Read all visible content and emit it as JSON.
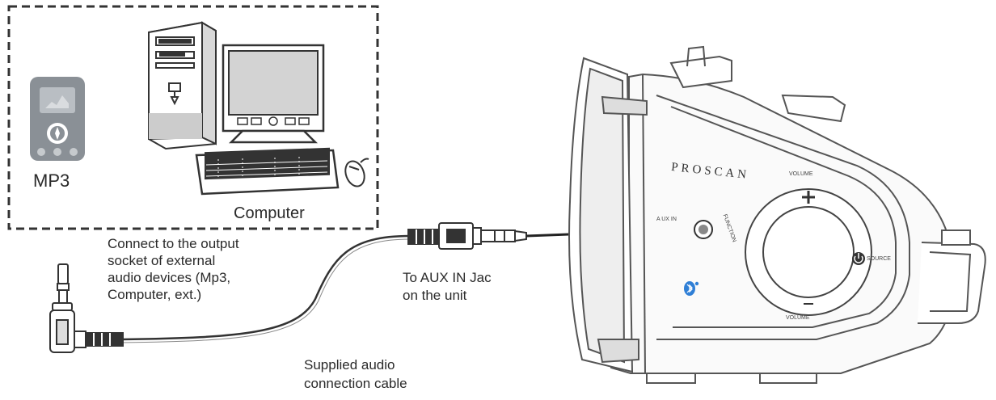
{
  "labels": {
    "mp3": "MP3",
    "computer": "Computer",
    "connect_line1": "Connect to the output",
    "connect_line2": "socket of external",
    "connect_line3": "audio devices (Mp3,",
    "connect_line4": "Computer, ext.)",
    "aux_line1": "To AUX IN Jac",
    "aux_line2": "on the unit",
    "cable_line1": "Supplied audio",
    "cable_line2": "connection cable"
  },
  "unit": {
    "brand": "PROSCAN",
    "aux_in": "A UX IN",
    "function": "FUNCTION",
    "volume_top": "VOLUME",
    "volume_bottom": "VOLUME",
    "source": "SOURCE"
  },
  "colors": {
    "line": "#333333",
    "mp3_body": "#8a9096",
    "bluetooth": "#2f7fd6"
  },
  "icons": [
    "mp3-player-icon",
    "computer-tower-icon",
    "monitor-icon",
    "keyboard-icon",
    "mouse-icon",
    "audio-plug-icon",
    "bluetooth-icon",
    "power-icon"
  ]
}
